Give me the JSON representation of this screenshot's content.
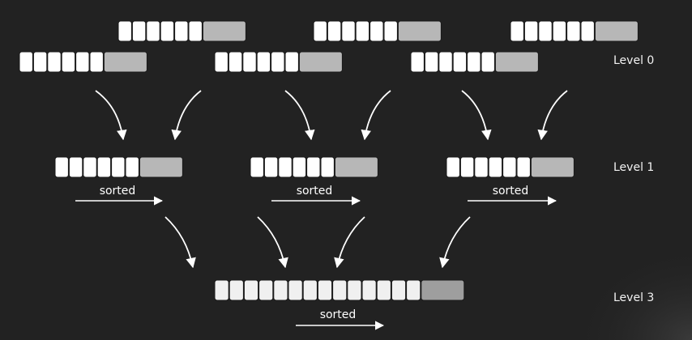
{
  "colors": {
    "background": "#222222",
    "cell_fill": "#ffffff",
    "cell_fill_faded": "#f0f0f0",
    "cell_outline": "#1a1a1a",
    "tail_fill": "#b7b7b7",
    "tail_fill_dark": "#9e9e9e",
    "arrow": "#ffffff",
    "text": "#ffffff"
  },
  "levels": [
    {
      "label": "Level 0"
    },
    {
      "label": "Level 1"
    },
    {
      "label": "Level 3"
    }
  ],
  "level0": {
    "arrays": [
      {
        "cells": 6,
        "tail": true
      },
      {
        "cells": 6,
        "tail": true
      },
      {
        "cells": 6,
        "tail": true
      },
      {
        "cells": 6,
        "tail": true
      },
      {
        "cells": 6,
        "tail": true
      },
      {
        "cells": 6,
        "tail": true
      }
    ]
  },
  "level1": {
    "arrays": [
      {
        "cells": 6,
        "tail": true,
        "caption": "sorted"
      },
      {
        "cells": 6,
        "tail": true,
        "caption": "sorted"
      },
      {
        "cells": 6,
        "tail": true,
        "caption": "sorted"
      }
    ]
  },
  "level3": {
    "arrays": [
      {
        "cells": 14,
        "tail": true,
        "caption": "sorted"
      }
    ]
  }
}
